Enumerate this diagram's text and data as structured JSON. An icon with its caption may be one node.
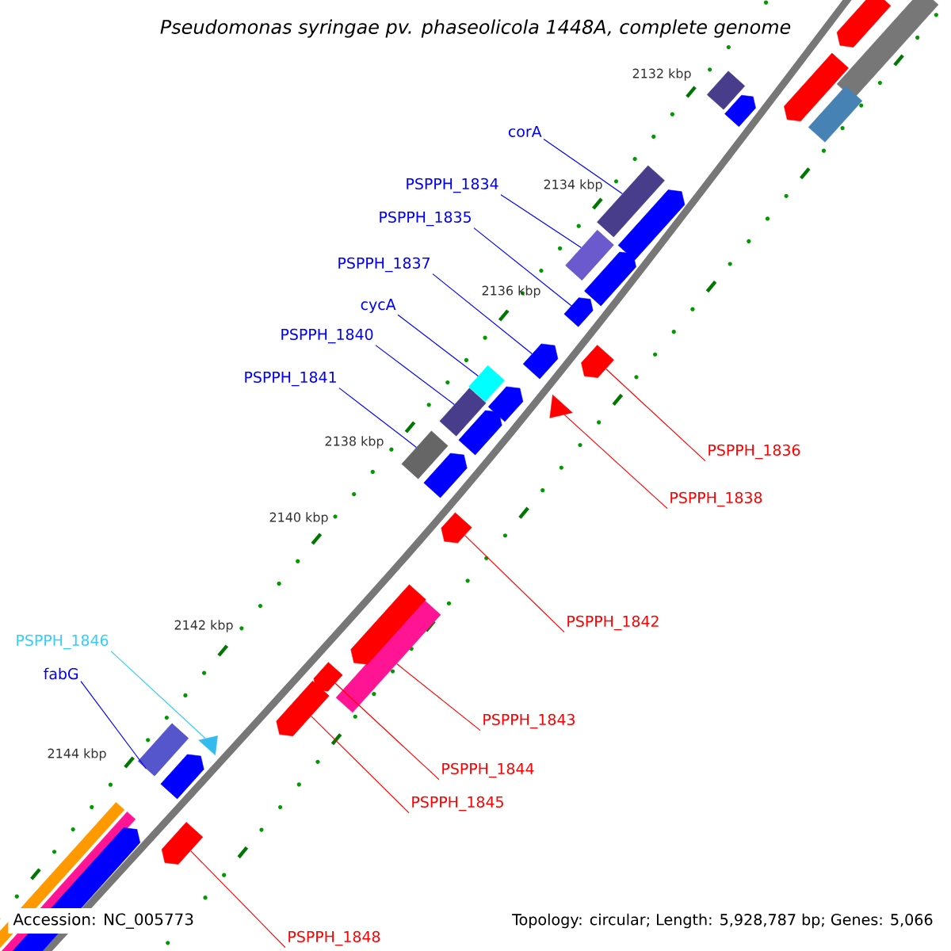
{
  "diagram": {
    "title": "Pseudomonas syringae pv. phaseolicola 1448A, complete genome",
    "nodes": [
      {
        "text": [
          "corA"
        ]
      },
      {
        "text": [],
        "shape": "box"
      },
      {
        "text": [
          "PSPPH_1834"
        ]
      },
      {
        "text": [],
        "shape": "box"
      },
      {
        "text": [
          "PSPPH_1835"
        ]
      },
      {
        "text": [],
        "shape": "pentagon"
      },
      {
        "text": [
          "PSPPH_1837"
        ]
      },
      {
        "text": [],
        "shape": "pentagon"
      },
      {
        "text": [
          "cycA"
        ]
      },
      {
        "text": [],
        "shape": "box"
      },
      {
        "text": [
          "PSPPH_1840"
        ]
      },
      {
        "text": [],
        "shape": "box"
      },
      {
        "text": [
          "PSPPH_1841"
        ]
      },
      {
        "text": [],
        "shape": "box"
      },
      {
        "text": [
          "PSPPH_1836"
        ]
      },
      {
        "text": [],
        "shape": "pentagon"
      },
      {
        "text": [
          "PSPPH_1838"
        ]
      },
      {
        "text": [],
        "shape": "triangle"
      },
      {
        "text": [
          "PSPPH_1842"
        ]
      },
      {
        "text": [],
        "shape": "pentagon"
      },
      {
        "text": [
          "PSPPH_1843"
        ]
      },
      {
        "text": [],
        "shape": "box"
      },
      {
        "text": [
          "PSPPH_1844"
        ]
      },
      {
        "text": [],
        "shape": "pentagon"
      },
      {
        "text": [
          "PSPPH_1845"
        ]
      },
      {
        "text": [],
        "shape": "pentagon"
      },
      {
        "text": [
          "PSPPH_1846"
        ]
      },
      {
        "text": [],
        "shape": "triangle"
      },
      {
        "text": [
          "fabG"
        ]
      },
      {
        "text": [],
        "shape": "box"
      },
      {
        "text": [
          "PSPPH_1848"
        ]
      },
      {
        "text": [],
        "shape": "pentagon"
      },
      {
        "text": [],
        "shape": "pentagon"
      },
      {
        "text": [],
        "shape": "box"
      },
      {
        "text": [],
        "shape": "box"
      },
      {
        "text": [],
        "shape": "pentagon"
      },
      {
        "text": [],
        "shape": "pentagon"
      },
      {
        "text": [],
        "shape": "box"
      },
      {
        "text": [],
        "shape": "pentagon"
      },
      {
        "text": [],
        "shape": "pentagon"
      },
      {
        "text": [],
        "shape": "pentagon"
      },
      {
        "text": [],
        "shape": "pentagon"
      },
      {
        "text": [],
        "shape": "pentagon"
      },
      {
        "text": [],
        "shape": "pentagon"
      },
      {
        "text": [],
        "shape": "pentagon"
      },
      {
        "text": [],
        "shape": "box"
      },
      {
        "text": [],
        "shape": "box"
      },
      {
        "text": [],
        "shape": "pentagon"
      }
    ],
    "edges": [
      {
        "from": 0,
        "to": 1,
        "arrow": "none"
      },
      {
        "from": 2,
        "to": 3,
        "arrow": "none"
      },
      {
        "from": 4,
        "to": 5,
        "arrow": "none"
      },
      {
        "from": 6,
        "to": 7,
        "arrow": "none"
      },
      {
        "from": 8,
        "to": 9,
        "arrow": "none"
      },
      {
        "from": 10,
        "to": 11,
        "arrow": "none"
      },
      {
        "from": 12,
        "to": 13,
        "arrow": "none"
      },
      {
        "from": 14,
        "to": 15,
        "arrow": "none",
        "color": "#ff0000"
      },
      {
        "from": 16,
        "to": 17,
        "arrow": "none",
        "color": "#ff0000"
      },
      {
        "from": 18,
        "to": 19,
        "arrow": "none",
        "color": "#ff0000"
      },
      {
        "from": 20,
        "to": 21,
        "arrow": "none",
        "color": "#ff0000"
      },
      {
        "from": 22,
        "to": 23,
        "arrow": "none",
        "color": "#ff0000"
      },
      {
        "from": 24,
        "to": 25,
        "arrow": "none",
        "color": "#ff0000"
      },
      {
        "from": 26,
        "to": 27,
        "arrow": "none",
        "color": "#33ccff"
      },
      {
        "from": 28,
        "to": 29,
        "arrow": "none"
      },
      {
        "from": 30,
        "to": 31,
        "arrow": "none",
        "color": "#ff0000"
      }
    ],
    "labels": [
      "2132 kbp",
      "2134 kbp",
      "2136 kbp",
      "2138 kbp",
      "2140 kbp",
      "2142 kbp",
      "2144 kbp",
      "Accession: NC_005773",
      "Topology: circular; Length: 5,928,787 bp; Genes: 5,066"
    ]
  }
}
